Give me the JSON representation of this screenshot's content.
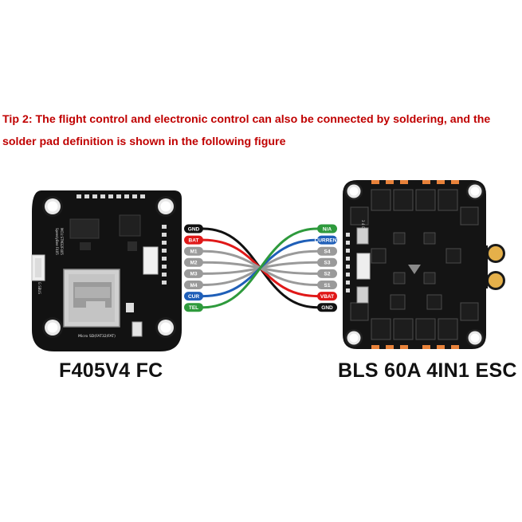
{
  "tip": {
    "line1": "Tip 2: The flight control and electronic control can also be connected by soldering, and the",
    "line2": "solder pad definition is shown in the following figure"
  },
  "fc": {
    "title": "F405V4 FC",
    "sd_label": "Micro SD(FAT32/FAT)",
    "pads": [
      {
        "label": "GND",
        "color": "#111111"
      },
      {
        "label": "BAT",
        "color": "#e01818"
      },
      {
        "label": "M1",
        "color": "#9a9a9a"
      },
      {
        "label": "M2",
        "color": "#9a9a9a"
      },
      {
        "label": "M3",
        "color": "#9a9a9a"
      },
      {
        "label": "M4",
        "color": "#9a9a9a"
      },
      {
        "label": "CUR",
        "color": "#1f5fb8"
      },
      {
        "label": "TEL",
        "color": "#2e9a3c"
      }
    ]
  },
  "esc": {
    "title": "BLS 60A 4IN1 ESC",
    "pads": [
      {
        "label": "N/A",
        "color": "#2e9a3c"
      },
      {
        "label": "CURRENT",
        "color": "#1f5fb8"
      },
      {
        "label": "S4",
        "color": "#9a9a9a"
      },
      {
        "label": "S3",
        "color": "#9a9a9a"
      },
      {
        "label": "S2",
        "color": "#9a9a9a"
      },
      {
        "label": "S1",
        "color": "#9a9a9a"
      },
      {
        "label": "VBAT",
        "color": "#e01818"
      },
      {
        "label": "GND",
        "color": "#111111"
      }
    ],
    "wires": [
      {
        "from": 0,
        "to": 7
      },
      {
        "from": 1,
        "to": 6
      },
      {
        "from": 2,
        "to": 5
      },
      {
        "from": 3,
        "to": 4
      },
      {
        "from": 4,
        "to": 3
      },
      {
        "from": 5,
        "to": 2
      },
      {
        "from": 6,
        "to": 1
      },
      {
        "from": 7,
        "to": 0
      }
    ]
  }
}
